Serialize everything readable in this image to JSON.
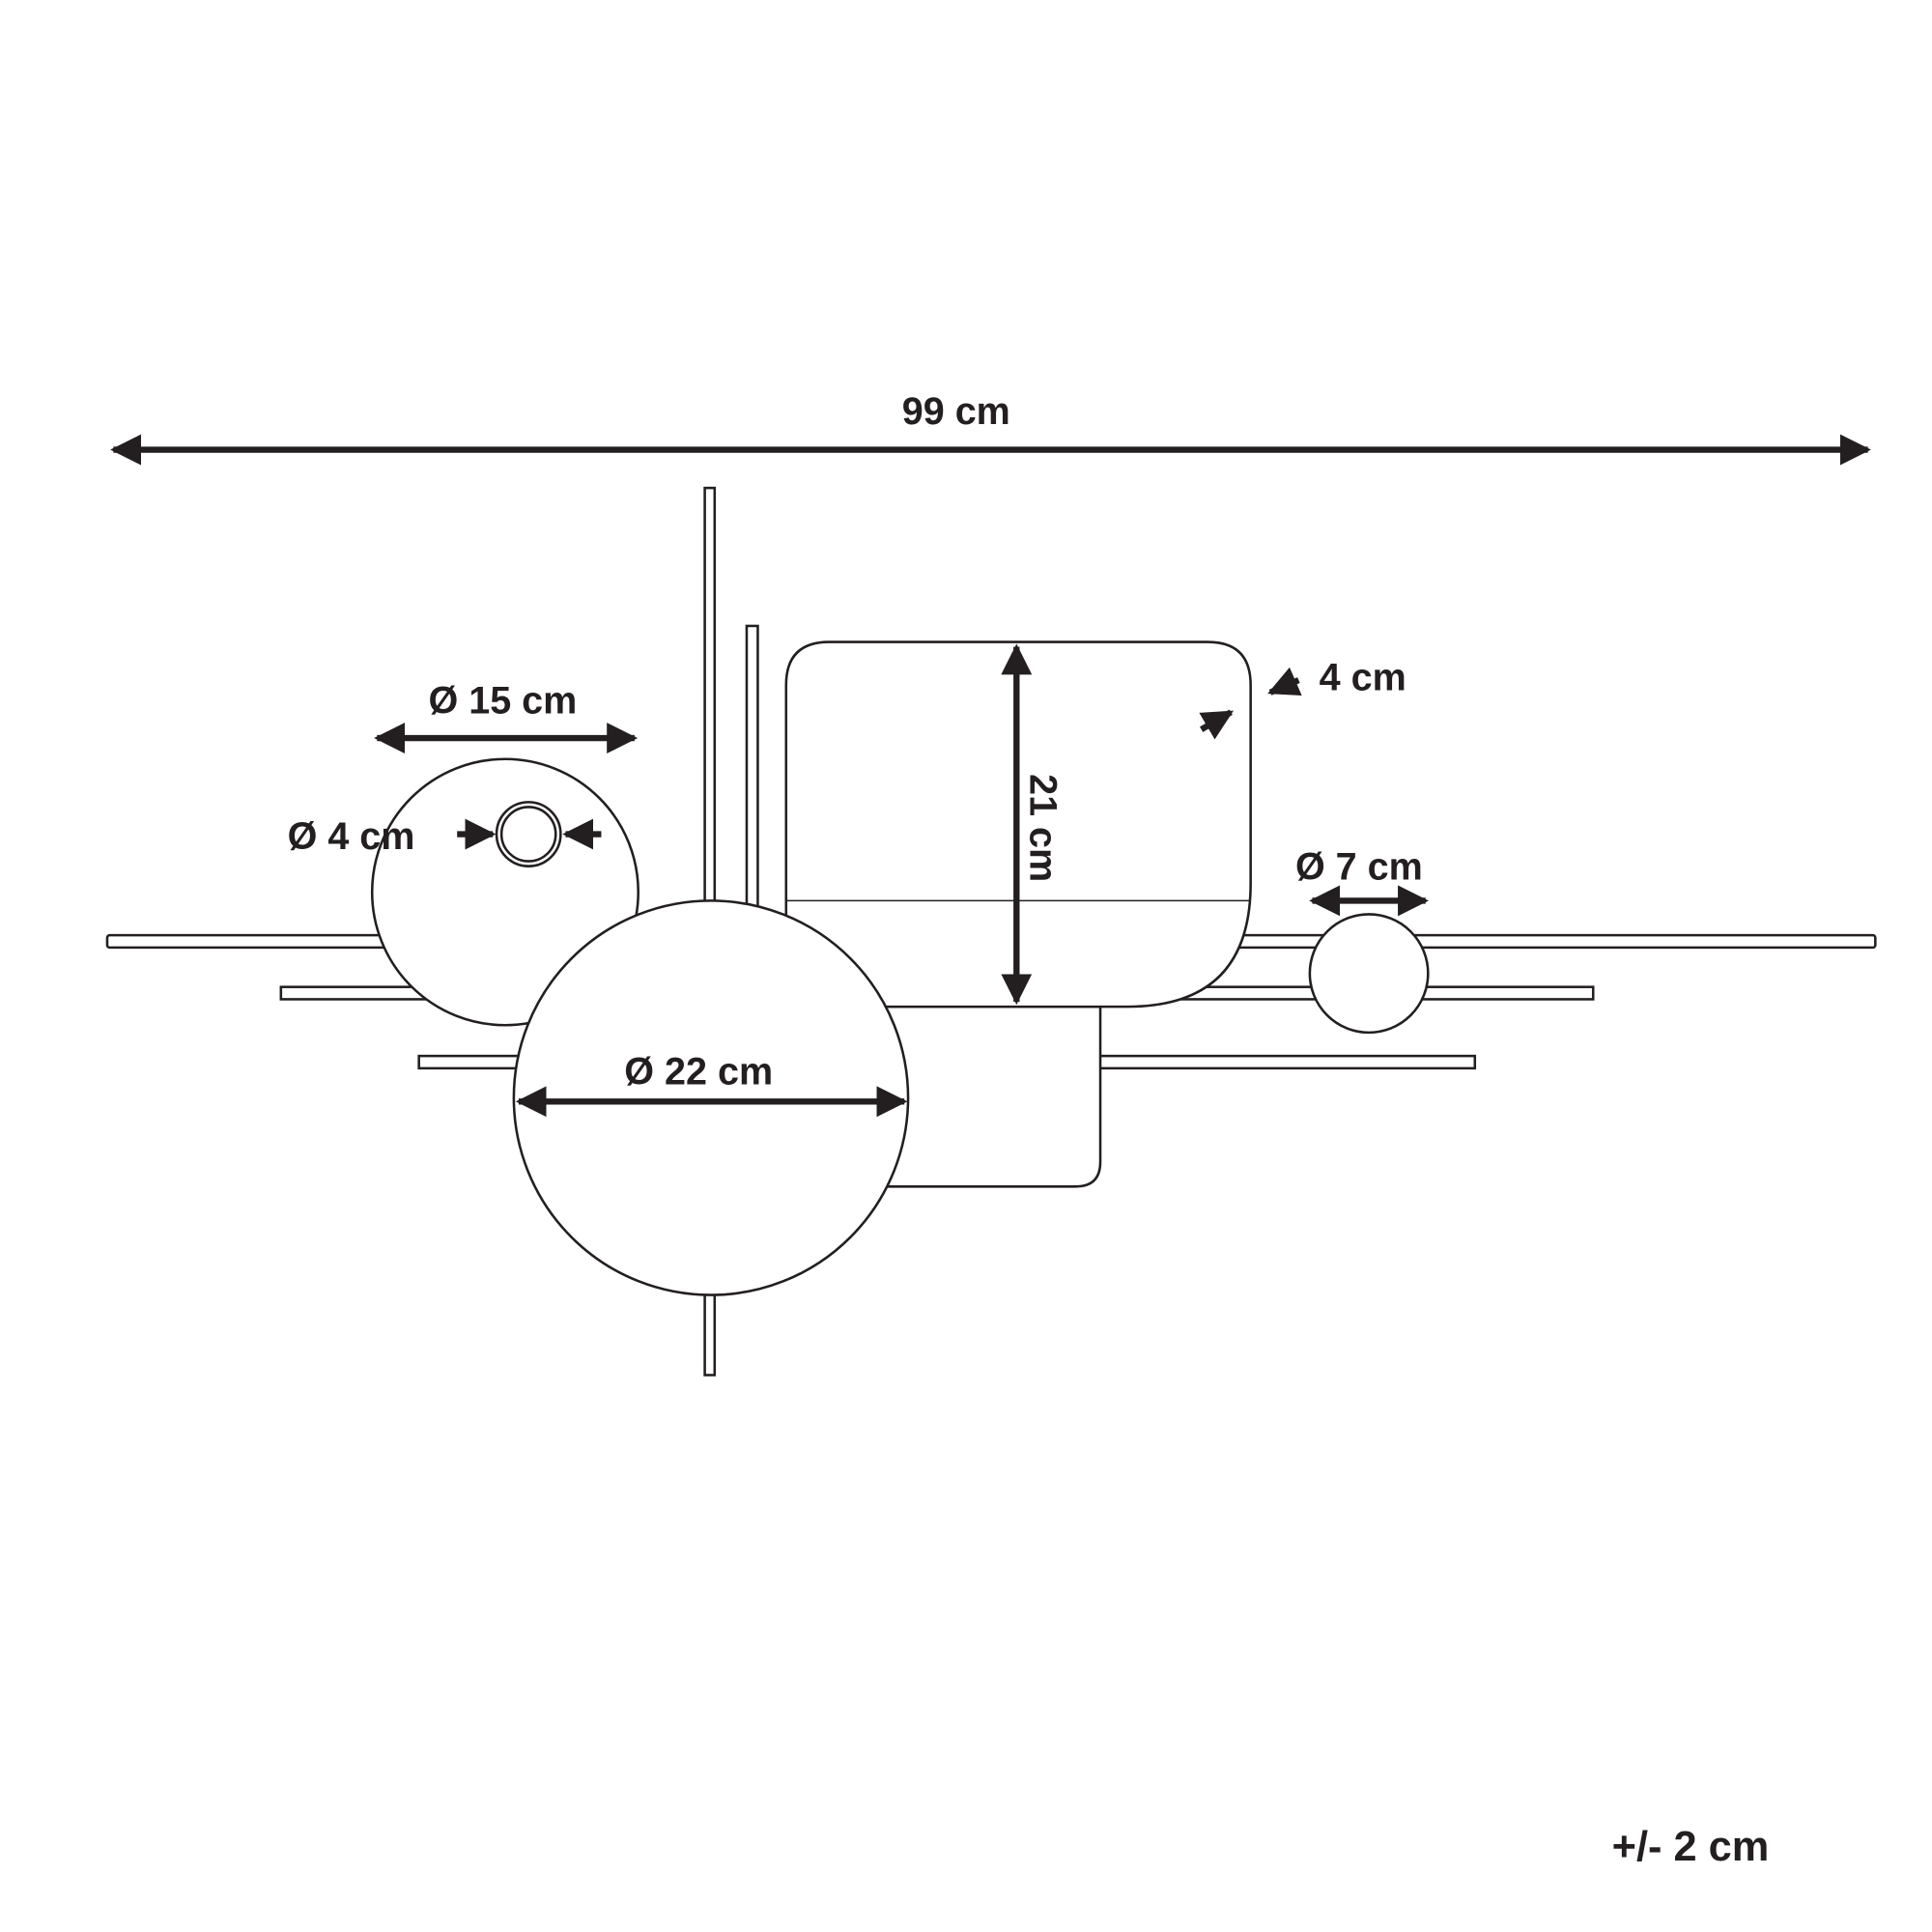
{
  "dimensions": {
    "total_width": "99 cm",
    "disc_large_left": "Ø 15 cm",
    "hole": "Ø 4 cm",
    "disc_largest": "Ø 22 cm",
    "panel_height": "21 cm",
    "panel_depth": "4 cm",
    "disc_small": "Ø 7 cm",
    "tolerance": "+/- 2 cm"
  },
  "colors": {
    "line": "#231f20",
    "background": "#ffffff"
  }
}
